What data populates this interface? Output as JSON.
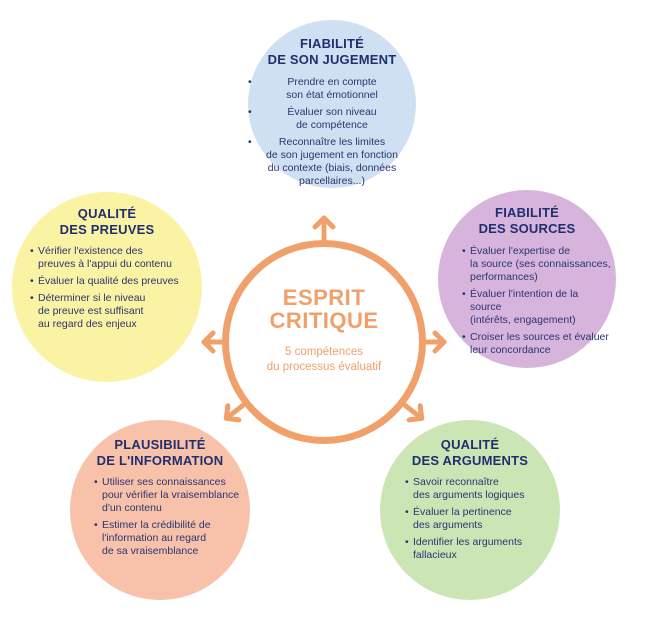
{
  "colors": {
    "accent": "#f0a06a",
    "text": "#1f2f6e",
    "bubble_top": "#cfe0f2",
    "bubble_sources": "#d7b4dc",
    "bubble_arguments": "#cce5b5",
    "bubble_plausibility": "#f8c1aa",
    "bubble_evidence": "#fbf3a4"
  },
  "center": {
    "title": [
      "ESPRIT",
      "CRITIQUE"
    ],
    "subtitle": [
      "5 compétences",
      "du processus évaluatif"
    ]
  },
  "bubbles": {
    "judgement": {
      "title": [
        "FIABILITÉ",
        "DE SON JUGEMENT"
      ],
      "items": [
        [
          "Prendre en compte",
          "son état émotionnel"
        ],
        [
          "Évaluer son niveau",
          "de compétence"
        ],
        [
          "Reconnaître les limites",
          "de son jugement en fonction",
          "du contexte (biais, données",
          "parcellaires...)"
        ]
      ]
    },
    "sources": {
      "title": [
        "FIABILITÉ",
        "DES SOURCES"
      ],
      "items": [
        [
          "Évaluer l'expertise de",
          "la source (ses connaissances,",
          "performances)"
        ],
        [
          "Évaluer l'intention de la source",
          "(intérêts, engagement)"
        ],
        [
          "Croiser les sources et évaluer",
          "leur concordance"
        ]
      ]
    },
    "arguments": {
      "title": [
        "QUALITÉ",
        "DES ARGUMENTS"
      ],
      "items": [
        [
          "Savoir reconnaître",
          "des arguments logiques"
        ],
        [
          "Évaluer la pertinence",
          "des arguments"
        ],
        [
          "Identifier les arguments",
          "fallacieux"
        ]
      ]
    },
    "plausibility": {
      "title": [
        "PLAUSIBILITÉ",
        "DE L'INFORMATION"
      ],
      "items": [
        [
          "Utiliser ses connaissances",
          "pour vérifier la vraisemblance",
          "d'un contenu"
        ],
        [
          "Estimer la crédibilité de",
          "l'information au regard",
          "de sa vraisemblance"
        ]
      ]
    },
    "evidence": {
      "title": [
        "QUALITÉ",
        "DES PREUVES"
      ],
      "items": [
        [
          "Vérifier l'existence des",
          "preuves à l'appui du contenu"
        ],
        [
          "Évaluer la qualité des preuves"
        ],
        [
          "Déterminer si le niveau",
          "de preuve est suffisant",
          "au regard des enjeux"
        ]
      ]
    }
  }
}
